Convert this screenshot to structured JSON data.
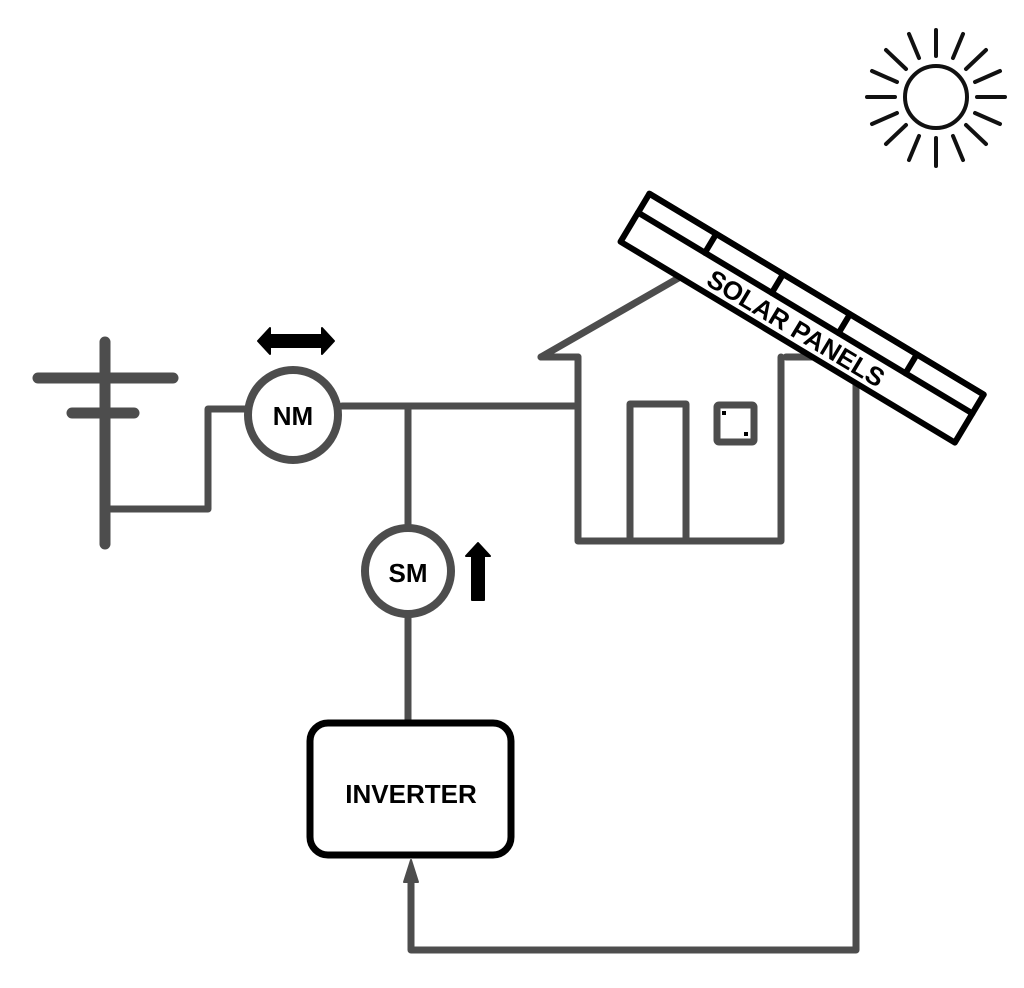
{
  "diagram": {
    "title": "Grid-tied solar PV system with net meter and solar meter",
    "colors": {
      "wire": "#4d4d4d",
      "outline": "#000000",
      "background": "#ffffff"
    },
    "nodes": {
      "utility_pole": {
        "label": "",
        "icon": "utility-pole-icon"
      },
      "net_meter": {
        "label": "NM",
        "flow_indicator": "bidirectional-arrow"
      },
      "solar_meter": {
        "label": "SM",
        "flow_indicator": "up-arrow"
      },
      "house": {
        "label": "",
        "icon": "house-icon"
      },
      "solar_panels": {
        "label": "SOLAR PANELS",
        "cells": 5
      },
      "inverter": {
        "label": "INVERTER"
      },
      "sun": {
        "label": "",
        "icon": "sun-icon"
      }
    },
    "connections": [
      {
        "from": "utility_pole",
        "to": "net_meter"
      },
      {
        "from": "net_meter",
        "to": "house"
      },
      {
        "from": "net_meter",
        "to": "solar_meter"
      },
      {
        "from": "solar_meter",
        "to": "inverter"
      },
      {
        "from": "solar_panels",
        "to": "inverter",
        "arrow": "into-inverter"
      }
    ]
  }
}
